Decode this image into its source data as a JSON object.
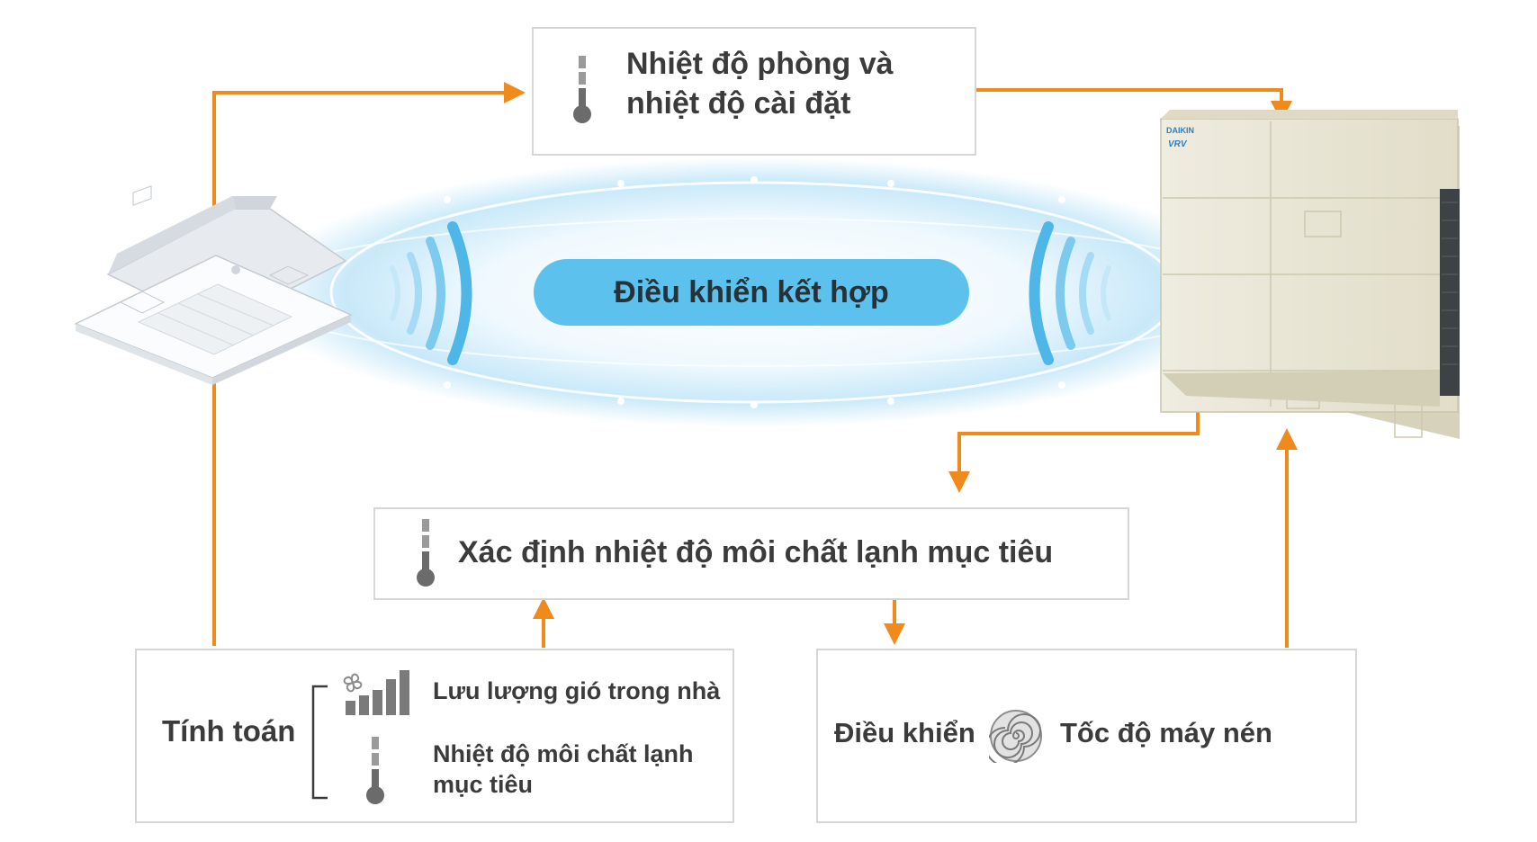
{
  "boxes": {
    "top": {
      "line1": "Nhiệt độ phòng và",
      "line2": "nhiệt độ cài đặt"
    },
    "middle": {
      "label": "Xác định nhiệt độ môi chất lạnh mục tiêu"
    },
    "bottom_left": {
      "title": "Tính toán",
      "item1": "Lưu lượng gió trong nhà",
      "item2_line1": "Nhiệt độ môi chất lạnh",
      "item2_line2": "mục tiêu"
    },
    "bottom_right": {
      "label_left": "Điều khiển",
      "label_right": "Tốc độ máy nén"
    }
  },
  "center": {
    "label": "Điều khiển kết hợp"
  },
  "outdoor_unit": {
    "brand": "DAIKIN",
    "model": "VRV"
  },
  "colors": {
    "arrow": "#f08a1d",
    "pill": "#5cc1ec",
    "glow": "#a9dcf5",
    "box_border": "#d6d6d6",
    "unit_body": "#e9e6d3"
  },
  "icons": [
    "thermometer-icon",
    "fan-icon",
    "signal-bars-icon",
    "compressor-spiral-icon",
    "sound-wave-icon"
  ]
}
